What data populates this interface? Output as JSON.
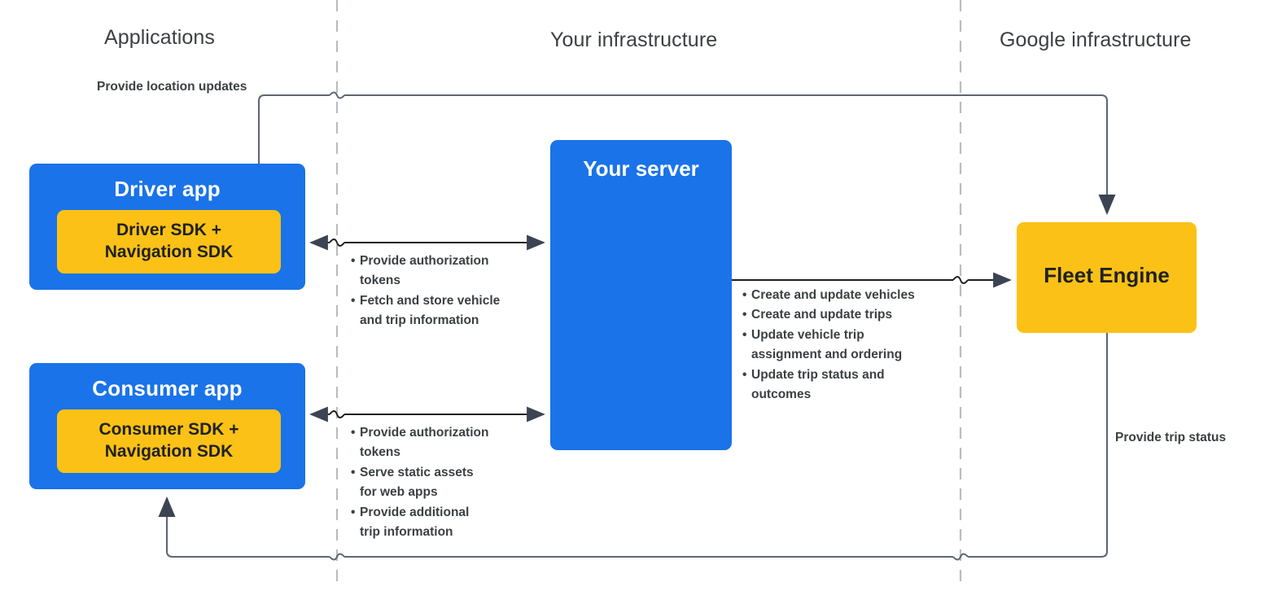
{
  "zones": [
    {
      "id": "applications",
      "label": "Applications"
    },
    {
      "id": "your-infrastructure",
      "label": "Your infrastructure"
    },
    {
      "id": "google-infrastructure",
      "label": "Google infrastructure"
    }
  ],
  "nodes": {
    "driver_app": {
      "title": "Driver app",
      "sdk_label": "Driver SDK +\nNavigation SDK",
      "sdk_line1": "Driver SDK +",
      "sdk_line2": "Navigation SDK",
      "color": "#1a73e8",
      "sdk_color": "#fbc116"
    },
    "consumer_app": {
      "title": "Consumer app",
      "sdk_line1": "Consumer SDK +",
      "sdk_line2": "Navigation SDK",
      "color": "#1a73e8",
      "sdk_color": "#fbc116"
    },
    "your_server": {
      "title": "Your server",
      "color": "#1a73e8"
    },
    "fleet_engine": {
      "title": "Fleet Engine",
      "color": "#fbc116"
    }
  },
  "edges": {
    "location_updates": {
      "label": "Provide location updates",
      "from": "driver_app",
      "to": "fleet_engine",
      "direction": "one-way"
    },
    "trip_status": {
      "label": "Provide trip status",
      "from": "fleet_engine",
      "to": "consumer_app",
      "direction": "one-way"
    },
    "driver_server": {
      "direction": "two-way",
      "bullets": [
        "Provide authorization tokens",
        "Fetch and store vehicle and trip information"
      ],
      "bullet_lines": [
        [
          "Provide authorization",
          "tokens"
        ],
        [
          "Fetch and store vehicle",
          "and trip information"
        ]
      ]
    },
    "consumer_server": {
      "direction": "two-way",
      "bullets": [
        "Provide authorization tokens",
        "Serve static assets for web apps",
        "Provide additional trip information"
      ],
      "bullet_lines": [
        [
          "Provide authorization",
          "tokens"
        ],
        [
          "Serve static assets",
          "for web apps"
        ],
        [
          "Provide additional",
          "trip information"
        ]
      ]
    },
    "server_fleet": {
      "direction": "one-way",
      "bullets": [
        "Create and update vehicles",
        "Create and update trips",
        "Update vehicle trip assignment and ordering",
        "Update trip status and outcomes"
      ],
      "bullet_lines": [
        [
          "Create and update vehicles"
        ],
        [
          "Create and update trips"
        ],
        [
          "Update vehicle trip",
          "assignment and ordering"
        ],
        [
          "Update trip status and",
          "outcomes"
        ]
      ]
    }
  },
  "colors": {
    "blue": "#1a73e8",
    "amber": "#fbc116",
    "text_dark": "#3c4043",
    "line": "#5f6672",
    "divider": "#b8bcc4"
  }
}
